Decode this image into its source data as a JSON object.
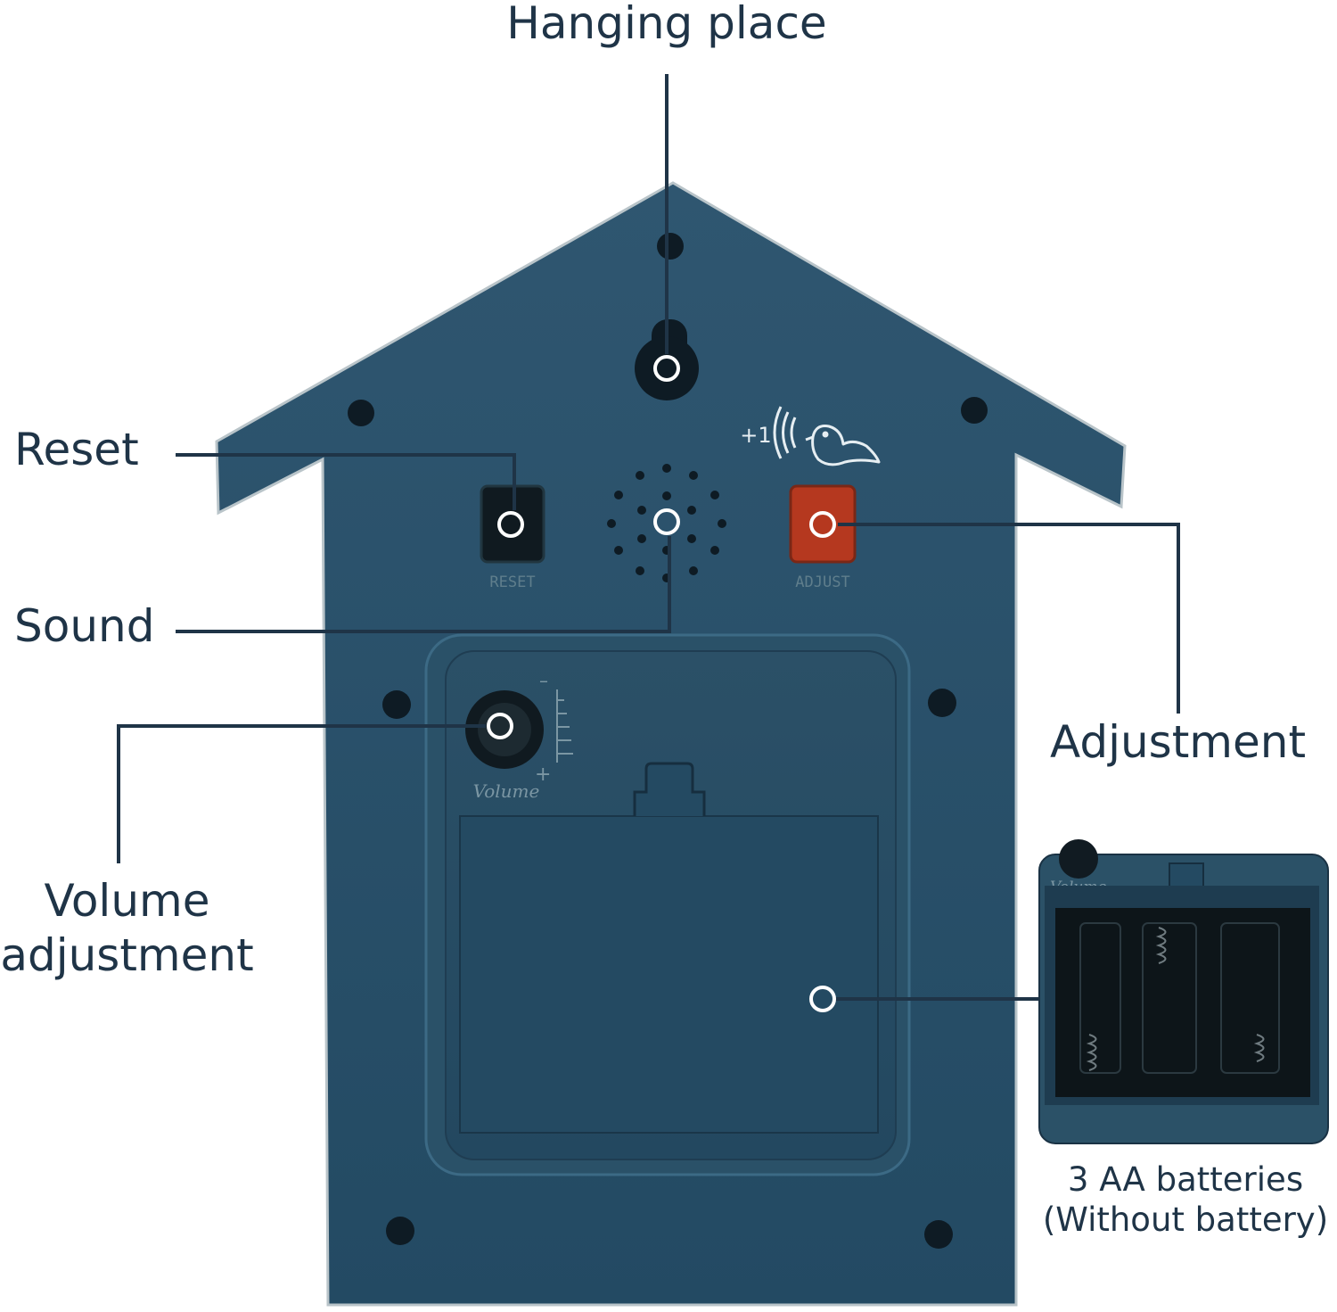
{
  "labels": {
    "hanging_place": "Hanging place",
    "reset": "Reset",
    "sound": "Sound",
    "adjustment": "Adjustment",
    "volume_line1": "Volume",
    "volume_line2": "adjustment",
    "batteries_line1": "3 AA batteries",
    "batteries_line2": "(Without battery)"
  },
  "device_text": {
    "reset_button": "RESET",
    "adjust_button": "ADJUST",
    "volume_knob": "Volume",
    "plus_one": "+1",
    "inset_volume": "Volume",
    "volume_scale_minus": "–",
    "volume_scale_plus": "+"
  },
  "colors": {
    "body": "#29506a",
    "body_dark": "#1f3f55",
    "callout_line": "#1f3447",
    "adjust_button": "#b5381f",
    "battery_cavity": "#0d1519"
  },
  "icons": [
    "keyhole-icon",
    "sound-waves-icon",
    "bird-icon",
    "speaker-grille-icon"
  ]
}
